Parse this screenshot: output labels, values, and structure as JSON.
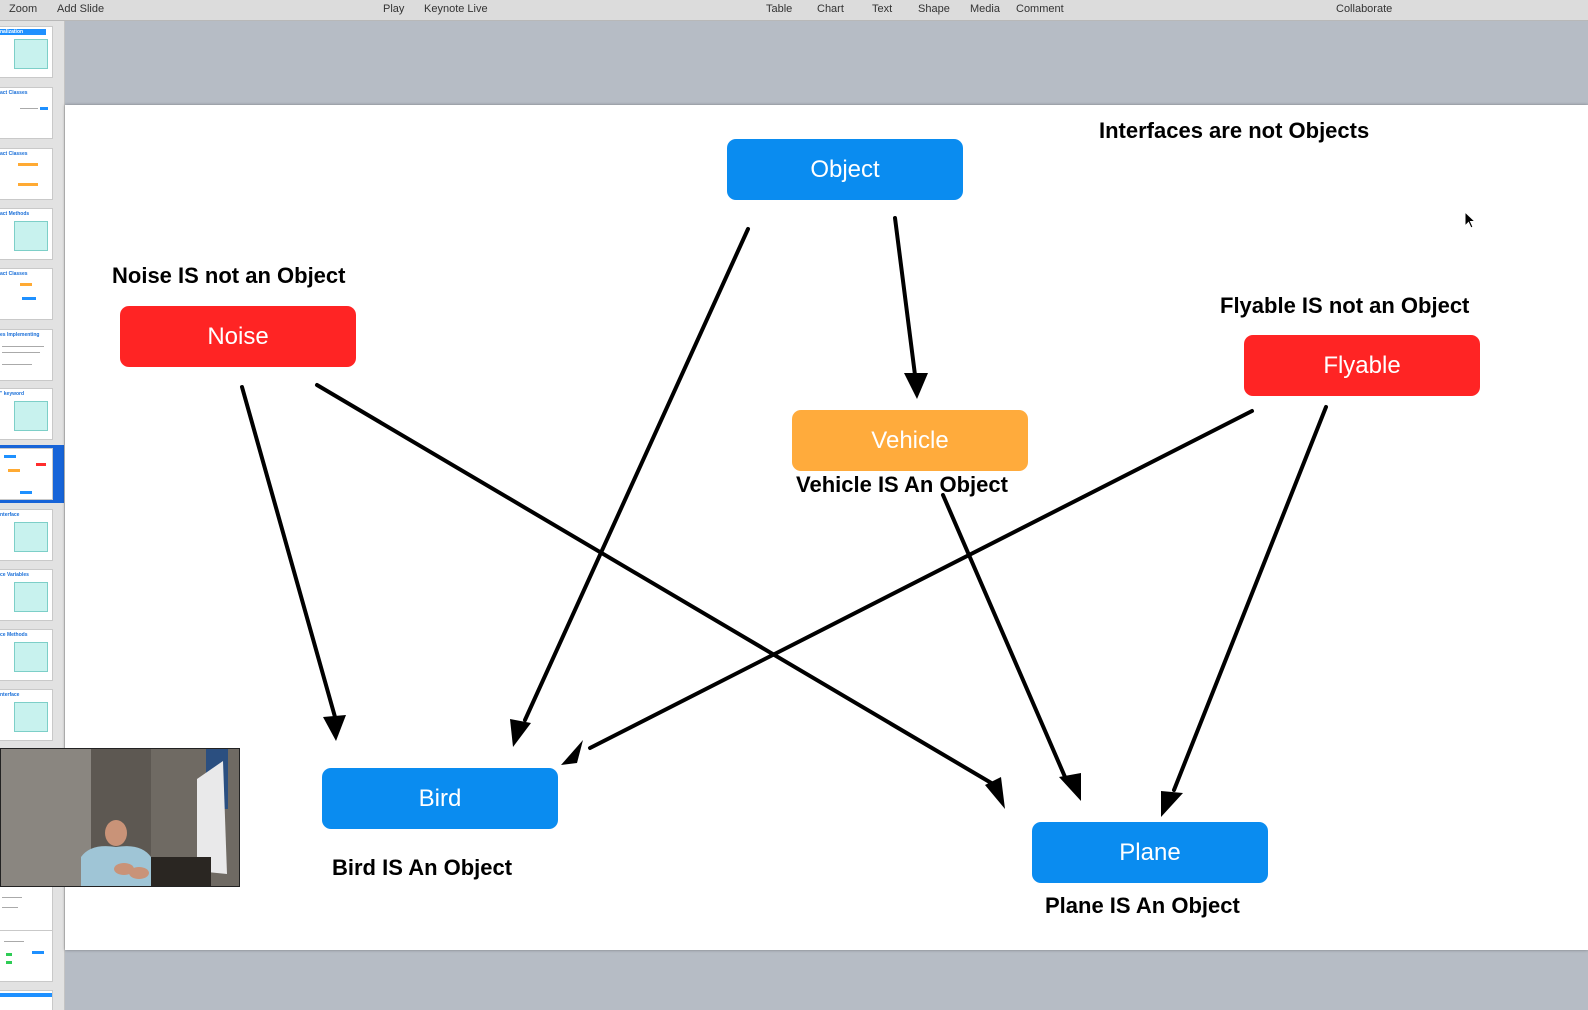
{
  "toolbar": {
    "zoom": "Zoom",
    "add_slide": "Add Slide",
    "play": "Play",
    "keynote_live": "Keynote Live",
    "table": "Table",
    "chart": "Chart",
    "text": "Text",
    "shape": "Shape",
    "media": "Media",
    "comment": "Comment",
    "collaborate": "Collaborate"
  },
  "sidebar": {
    "thumbnails": [
      {
        "title": "nalization"
      },
      {
        "title": "act Classes"
      },
      {
        "title": "act Classes"
      },
      {
        "title": "act Methods"
      },
      {
        "title": "act Classes"
      },
      {
        "title": "es Implementing"
      },
      {
        "title": "\" keyword"
      },
      {
        "title": "",
        "selected": true
      },
      {
        "title": "nterface"
      },
      {
        "title": "ce Variables"
      },
      {
        "title": "ce Methods"
      },
      {
        "title": "nterface"
      }
    ]
  },
  "slide": {
    "title": "Interfaces are not Objects",
    "nodes": {
      "object": "Object",
      "noise": "Noise",
      "vehicle": "Vehicle",
      "flyable": "Flyable",
      "bird": "Bird",
      "plane": "Plane"
    },
    "labels": {
      "noise_caption": "Noise IS not an Object",
      "flyable_caption": "Flyable IS not an Object",
      "vehicle_caption": "Vehicle IS An Object",
      "bird_caption": "Bird IS An Object",
      "plane_caption": "Plane IS An Object"
    }
  },
  "colors": {
    "blue": "#0a8cf0",
    "red": "#ff2424",
    "orange": "#ffab3c",
    "selected_thumb": "#1764d8"
  }
}
